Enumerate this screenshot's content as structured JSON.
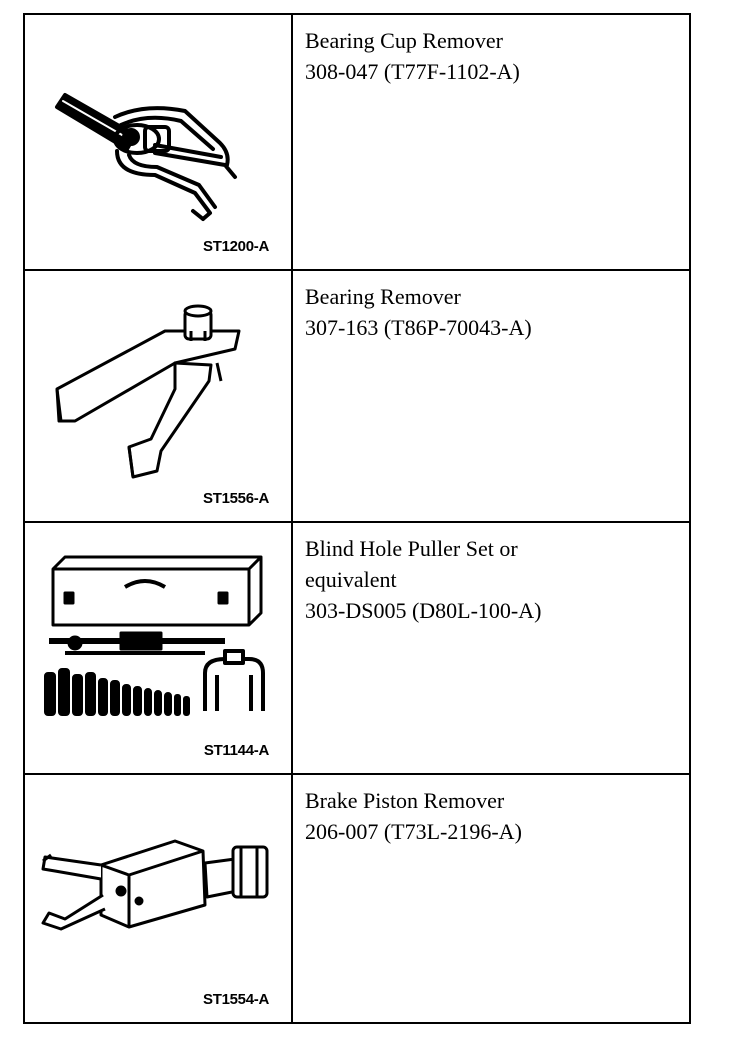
{
  "tools": [
    {
      "image_code": "ST1200-A",
      "image_icon": "bearing-cup-remover-illustration",
      "desc_lines": [
        "Bearing Cup Remover",
        "308-047 (T77F-1102-A)"
      ]
    },
    {
      "image_code": "ST1556-A",
      "image_icon": "bearing-remover-illustration",
      "desc_lines": [
        "Bearing Remover",
        "307-163 (T86P-70043-A)"
      ]
    },
    {
      "image_code": "ST1144-A",
      "image_icon": "blind-hole-puller-set-illustration",
      "desc_lines": [
        "Blind Hole Puller Set or",
        "equivalent",
        "303-DS005 (D80L-100-A)"
      ]
    },
    {
      "image_code": "ST1554-A",
      "image_icon": "brake-piston-remover-illustration",
      "desc_lines": [
        "Brake Piston Remover",
        "206-007 (T73L-2196-A)"
      ]
    }
  ]
}
